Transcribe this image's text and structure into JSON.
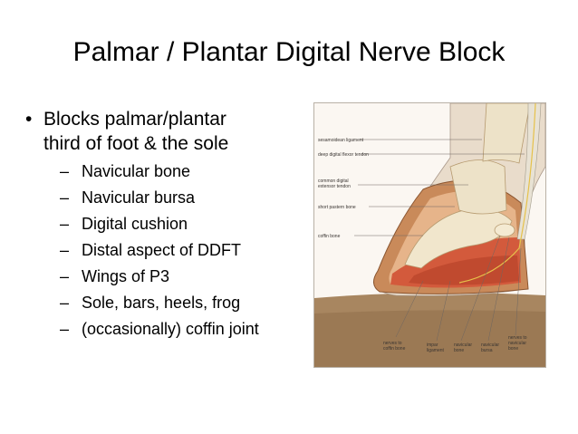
{
  "slide": {
    "title": "Palmar / Plantar Digital Nerve Block",
    "bullet": {
      "marker": "•",
      "text_line1": "Blocks palmar/plantar",
      "text_line2": "third of foot & the sole"
    },
    "sub_marker": "–",
    "sub_bullets": [
      "Navicular bone",
      "Navicular bursa",
      "Digital cushion",
      "Distal aspect of DDFT",
      "Wings of P3",
      "Sole, bars, heels, frog",
      "(occasionally) coffin joint"
    ]
  },
  "figure": {
    "labels_left": [
      "sesamoidean ligament",
      "deep digital flexor tendon",
      "common digital",
      "extensor tendon",
      "short pastern bone",
      "coffin bone"
    ],
    "labels_bottom": [
      "nerves to",
      "coffin bone",
      "impar",
      "ligament",
      "navicular",
      "bone",
      "navicular",
      "bursa",
      "nerves to",
      "navicular",
      "bone"
    ],
    "colors": {
      "hoof_wall": "#c98a5a",
      "bone": "#ede2c8",
      "sole": "#d35a3c",
      "ground": "#a07d55"
    }
  }
}
